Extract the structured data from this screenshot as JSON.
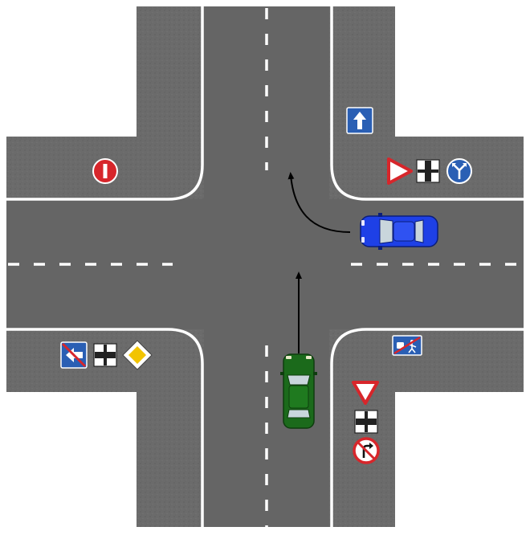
{
  "colors": {
    "background": "#ffffff",
    "asphalt": "#6a6a6a",
    "asphalt_dark": "#5e5e5e",
    "lane_marking": "#ffffff",
    "green_car": "#1d6e1d",
    "blue_car": "#1f3fe0",
    "arrow": "#000000",
    "sign_red": "#d7262b",
    "sign_blue": "#2a5fb4",
    "sign_yellow": "#f2c400"
  },
  "vehicles": [
    {
      "id": "green-car",
      "color": "green",
      "approach": "south",
      "heading": "north",
      "maneuver": "straight"
    },
    {
      "id": "blue-car",
      "color": "blue",
      "approach": "east",
      "heading": "west",
      "maneuver": "turn-right"
    }
  ],
  "signs": {
    "northwest": [
      "no-entry-sign-icon"
    ],
    "northeast": [
      "one-way-road-sign-icon",
      "yield-sign-icon",
      "crossroad-shape-plate-icon",
      "keep-left-or-right-sign-icon"
    ],
    "southwest": [
      "end-of-one-way-road-sign-icon",
      "crossroad-shape-plate-icon",
      "priority-road-sign-icon"
    ],
    "southeast": [
      "end-of-pedestrian-zone-sign-icon",
      "yield-sign-icon",
      "crossroad-shape-plate-icon",
      "no-right-turn-sign-icon"
    ]
  }
}
